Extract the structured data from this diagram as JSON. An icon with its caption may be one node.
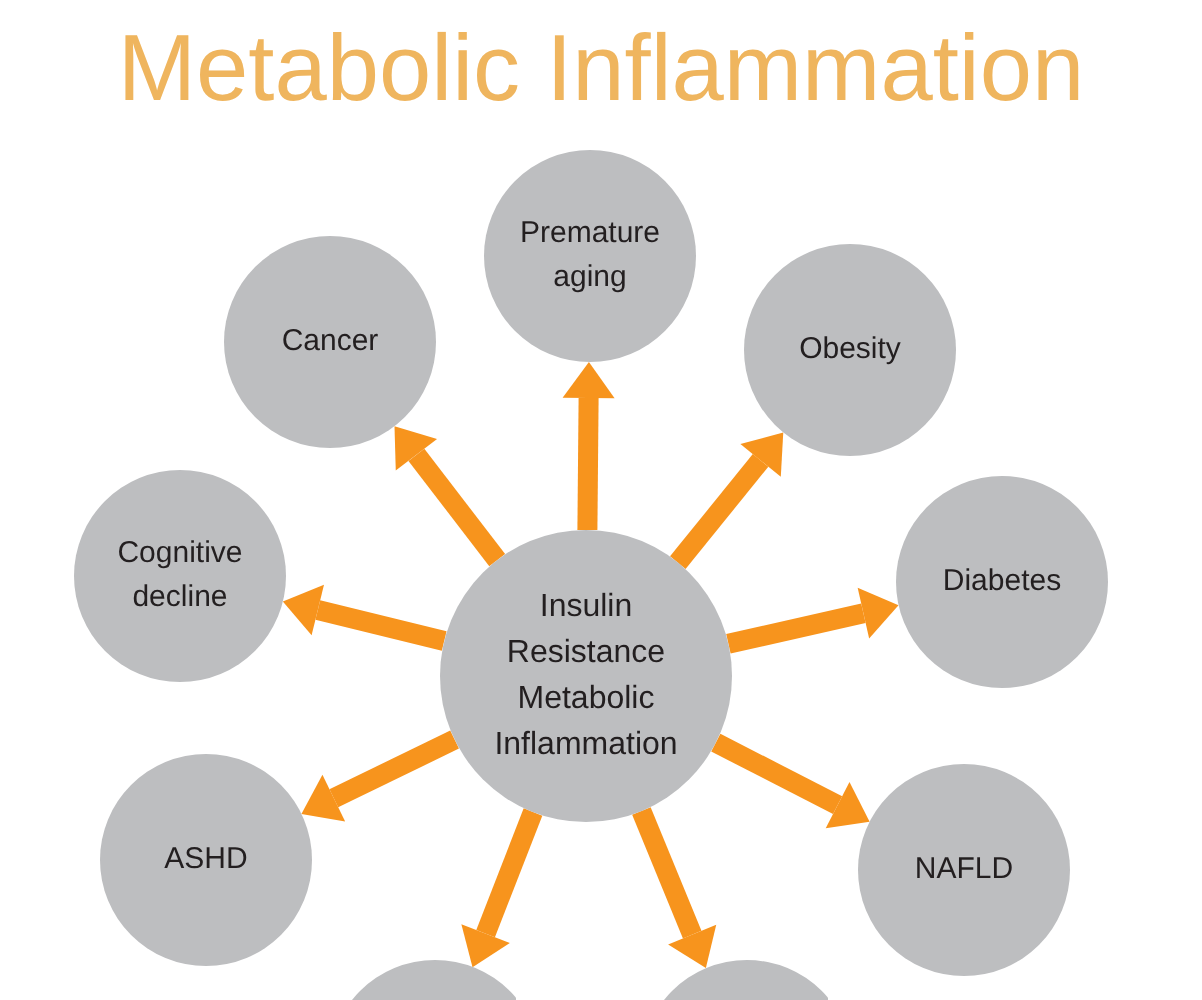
{
  "diagram": {
    "title": "Metabolic Inflammation",
    "nodes": [
      {
        "text": [
          "Premature aging"
        ]
      },
      {
        "text": [
          "Cancer"
        ]
      },
      {
        "text": [
          "Obesity"
        ]
      },
      {
        "text": [
          "Cognitive decline"
        ]
      },
      {
        "text": [
          "Insulin Resistance Metabolic Inflammation"
        ]
      },
      {
        "text": [
          "Diabetes"
        ]
      },
      {
        "text": [
          "ASHD"
        ]
      },
      {
        "text": [
          "NAFLD"
        ]
      },
      {
        "text": [],
        "shape": "circle"
      },
      {
        "text": [],
        "shape": "circle"
      }
    ],
    "edges": [
      {
        "from": 4,
        "to": 0,
        "arrow": "to"
      },
      {
        "from": 4,
        "to": 2,
        "arrow": "to"
      },
      {
        "from": 4,
        "to": 5,
        "arrow": "to"
      },
      {
        "from": 4,
        "to": 7,
        "arrow": "to"
      },
      {
        "from": 4,
        "to": 9,
        "arrow": "to"
      },
      {
        "from": 4,
        "to": 8,
        "arrow": "to"
      },
      {
        "from": 4,
        "to": 6,
        "arrow": "to"
      },
      {
        "from": 4,
        "to": 3,
        "arrow": "to"
      },
      {
        "from": 4,
        "to": 1,
        "arrow": "to"
      }
    ]
  }
}
